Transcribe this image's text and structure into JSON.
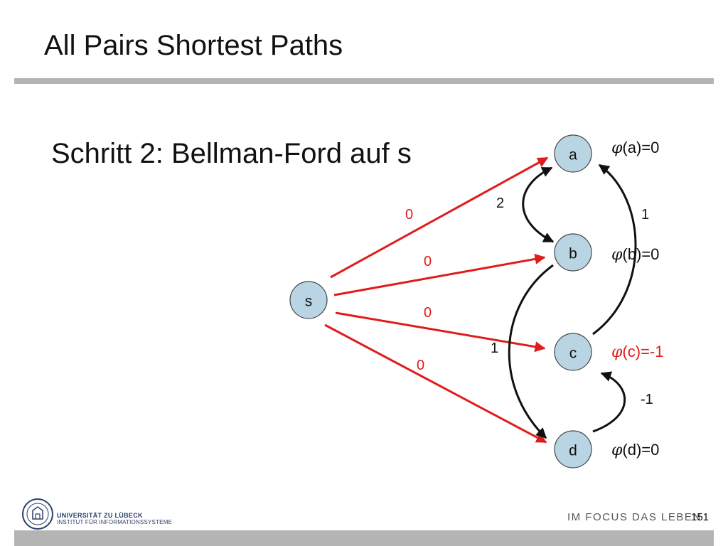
{
  "slide": {
    "title": "All Pairs Shortest Paths",
    "subtitle": "Schritt 2: Bellman-Ford auf s",
    "page_number": "151"
  },
  "graph": {
    "nodes": [
      {
        "id": "a",
        "label": "a"
      },
      {
        "id": "b",
        "label": "b"
      },
      {
        "id": "c",
        "label": "c"
      },
      {
        "id": "d",
        "label": "d"
      },
      {
        "id": "s",
        "label": "s"
      }
    ],
    "edges": [
      {
        "from": "s",
        "to": "a",
        "weight": "0",
        "color": "#e01b1b"
      },
      {
        "from": "s",
        "to": "b",
        "weight": "0",
        "color": "#e01b1b"
      },
      {
        "from": "s",
        "to": "c",
        "weight": "0",
        "color": "#e01b1b"
      },
      {
        "from": "s",
        "to": "d",
        "weight": "0",
        "color": "#e01b1b"
      },
      {
        "from": "a",
        "to": "b",
        "weight": "2",
        "color": "#111111"
      },
      {
        "from": "b",
        "to": "d",
        "weight": "1",
        "color": "#111111"
      },
      {
        "from": "c",
        "to": "a",
        "weight": "1",
        "color": "#111111"
      },
      {
        "from": "d",
        "to": "c",
        "weight": "-1",
        "color": "#111111"
      }
    ],
    "potentials": [
      {
        "node": "a",
        "symbol": "φ",
        "text": "(a)=0",
        "color": "#111111"
      },
      {
        "node": "b",
        "symbol": "φ",
        "text": "(b)=0",
        "color": "#111111"
      },
      {
        "node": "c",
        "symbol": "φ",
        "text": "(c)=-1",
        "color": "#e01b1b"
      },
      {
        "node": "d",
        "symbol": "φ",
        "text": "(d)=0",
        "color": "#111111"
      }
    ]
  },
  "footer": {
    "university": "UNIVERSITÄT ZU LÜBECK",
    "institute": "INSTITUT FÜR INFORMATIONSSYSTEME",
    "slogan": "IM FOCUS DAS LEBEN"
  },
  "colors": {
    "accent_red": "#e01b1b",
    "node_fill": "#b9d5e4",
    "rule_gray": "#b4b4b4"
  }
}
